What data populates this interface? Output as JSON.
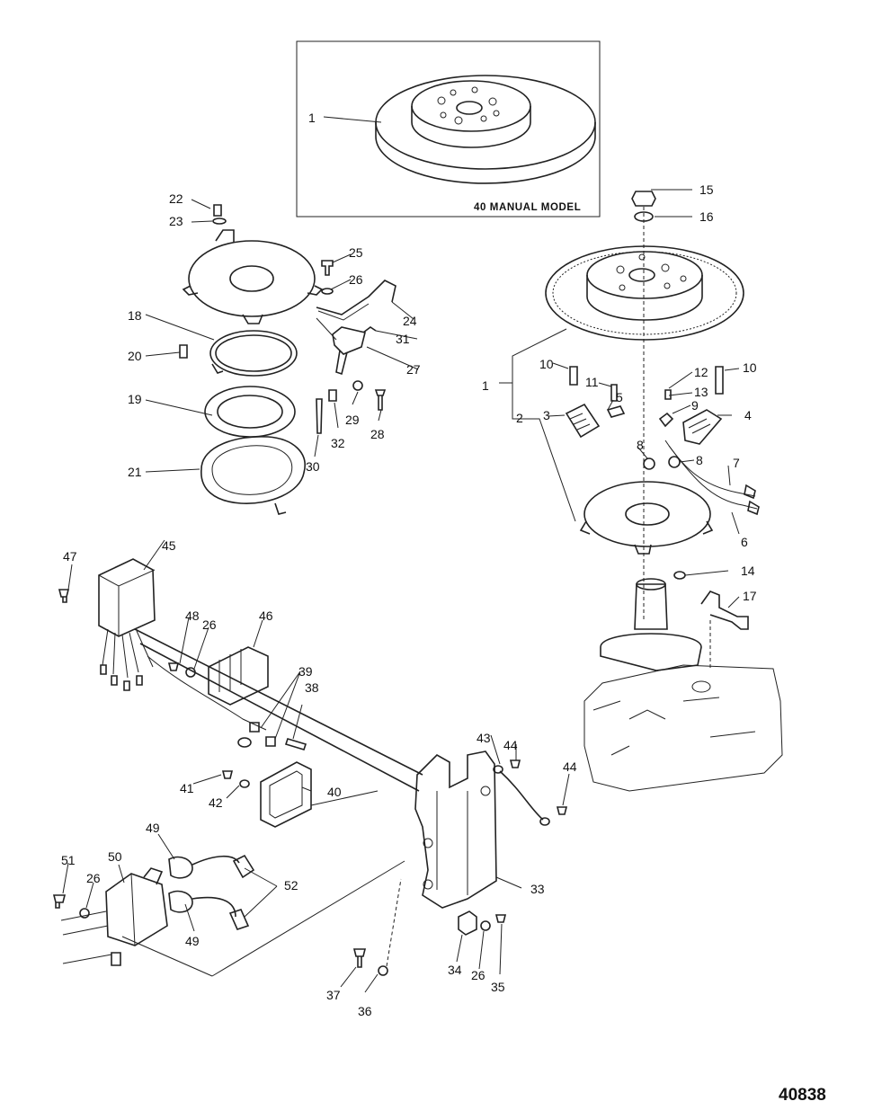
{
  "inset": {
    "title": "40 MANUAL MODEL"
  },
  "figure_number": "40838",
  "callouts": [
    {
      "text": "1"
    },
    {
      "text": "1"
    },
    {
      "text": "2"
    },
    {
      "text": "3"
    },
    {
      "text": "4"
    },
    {
      "text": "5"
    },
    {
      "text": "6"
    },
    {
      "text": "7"
    },
    {
      "text": "8"
    },
    {
      "text": "8"
    },
    {
      "text": "9"
    },
    {
      "text": "10"
    },
    {
      "text": "10"
    },
    {
      "text": "11"
    },
    {
      "text": "12"
    },
    {
      "text": "13"
    },
    {
      "text": "14"
    },
    {
      "text": "15"
    },
    {
      "text": "16"
    },
    {
      "text": "17"
    },
    {
      "text": "18"
    },
    {
      "text": "19"
    },
    {
      "text": "20"
    },
    {
      "text": "21"
    },
    {
      "text": "22"
    },
    {
      "text": "23"
    },
    {
      "text": "24"
    },
    {
      "text": "25"
    },
    {
      "text": "26"
    },
    {
      "text": "26"
    },
    {
      "text": "26"
    },
    {
      "text": "26"
    },
    {
      "text": "27"
    },
    {
      "text": "28"
    },
    {
      "text": "29"
    },
    {
      "text": "30"
    },
    {
      "text": "31"
    },
    {
      "text": "32"
    },
    {
      "text": "33"
    },
    {
      "text": "34"
    },
    {
      "text": "35"
    },
    {
      "text": "36"
    },
    {
      "text": "37"
    },
    {
      "text": "38"
    },
    {
      "text": "39"
    },
    {
      "text": "40"
    },
    {
      "text": "41"
    },
    {
      "text": "42"
    },
    {
      "text": "43"
    },
    {
      "text": "44"
    },
    {
      "text": "44"
    },
    {
      "text": "45"
    },
    {
      "text": "46"
    },
    {
      "text": "47"
    },
    {
      "text": "48"
    },
    {
      "text": "49"
    },
    {
      "text": "49"
    },
    {
      "text": "50"
    },
    {
      "text": "51"
    },
    {
      "text": "52"
    }
  ]
}
